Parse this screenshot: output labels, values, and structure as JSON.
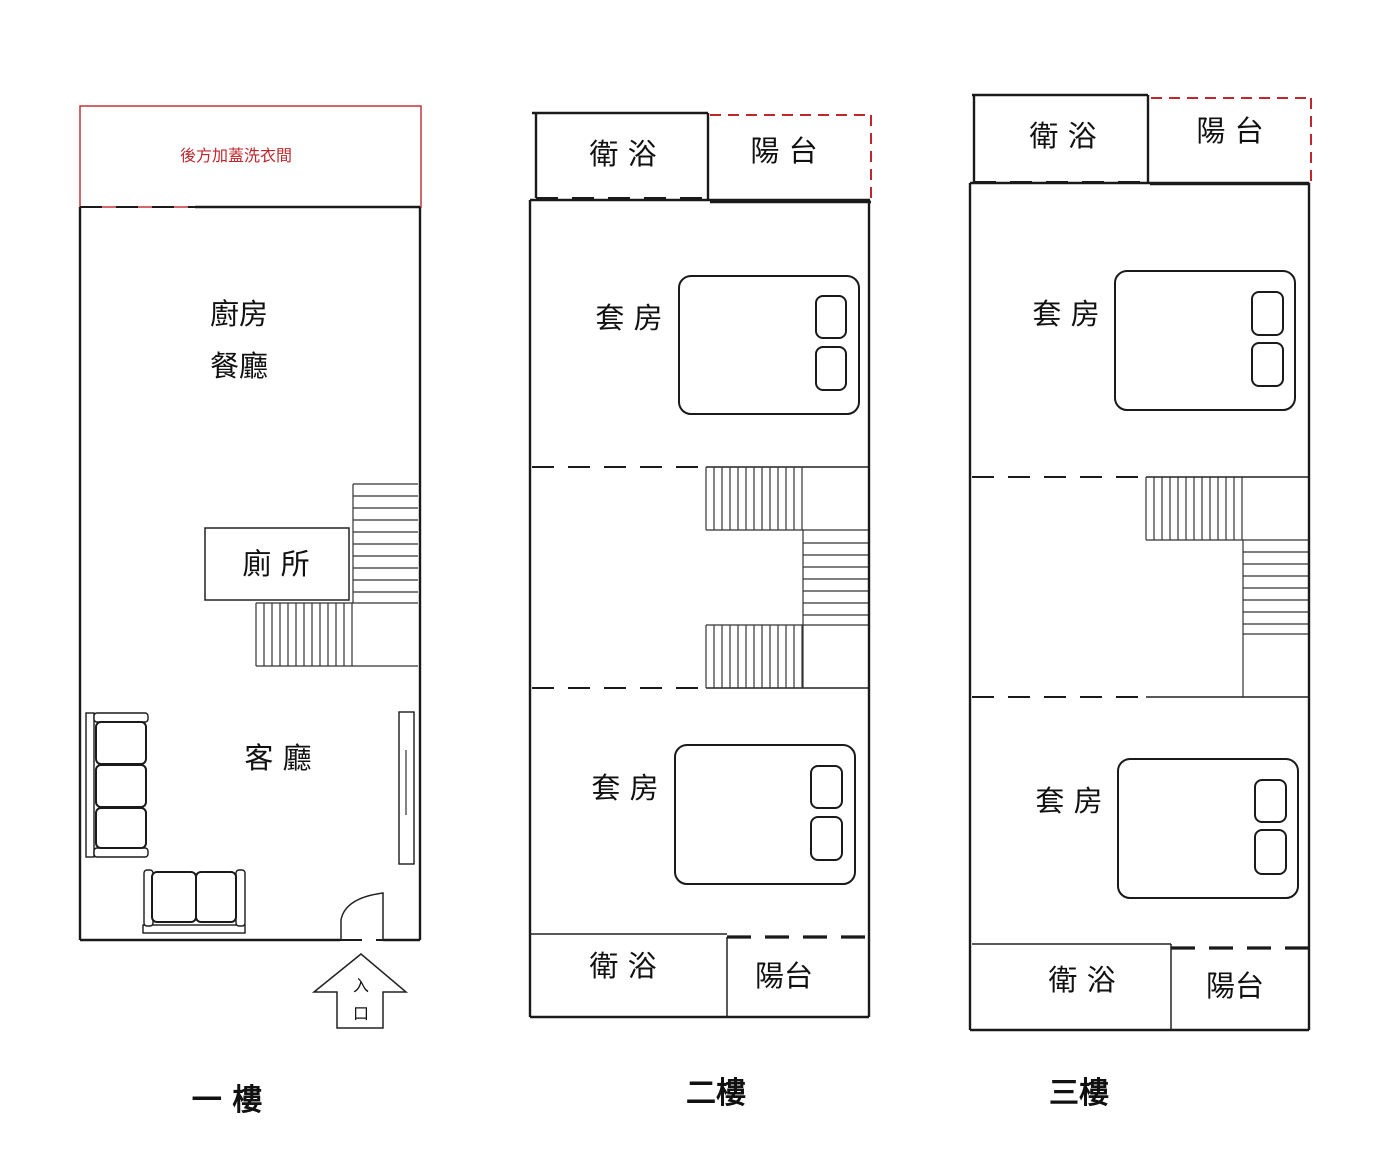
{
  "floor1": {
    "floor_name": "一 樓",
    "rear_addition": "後方加蓋洗衣間",
    "kitchen_line1": "廚房",
    "kitchen_line2": "餐廳",
    "toilet": "廁 所",
    "living_room": "客 廳",
    "entrance_top": "入",
    "entrance_bottom": "口"
  },
  "floor2": {
    "floor_name": "二樓",
    "bath_top": "衛 浴",
    "balcony_top": "陽 台",
    "suite_top": "套 房",
    "suite_bottom": "套 房",
    "bath_bottom": "衛 浴",
    "balcony_bottom": "陽台"
  },
  "floor3": {
    "floor_name": "三樓",
    "bath_top": "衛 浴",
    "balcony_top": "陽 台",
    "suite_top": "套 房",
    "suite_bottom": "套 房",
    "bath_bottom": "衛 浴",
    "balcony_bottom": "陽台"
  },
  "colors": {
    "wall": "#1a1a1a",
    "addition_outline": "#c0262c"
  }
}
